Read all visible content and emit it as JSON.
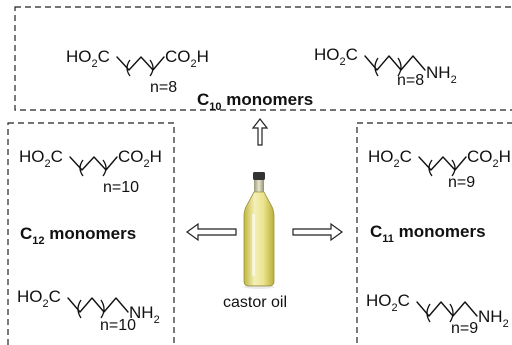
{
  "groups": {
    "c10": {
      "title_main": "C",
      "title_sub": "10",
      "title_rest": " monomers",
      "diacid": {
        "left": "HO",
        "left_sub": "2",
        "left_c": "C",
        "right": "CO",
        "right_sub": "2",
        "right_h": "H",
        "n_label": "n=8"
      },
      "amino": {
        "left": "HO",
        "left_sub": "2",
        "left_c": "C",
        "right": "NH",
        "right_sub": "2",
        "n_label": "n=8"
      }
    },
    "c12": {
      "title_main": "C",
      "title_sub": "12",
      "title_rest": " monomers",
      "diacid": {
        "left": "HO",
        "left_sub": "2",
        "left_c": "C",
        "right": "CO",
        "right_sub": "2",
        "right_h": "H",
        "n_label": "n=10"
      },
      "amino": {
        "left": "HO",
        "left_sub": "2",
        "left_c": "C",
        "right": "NH",
        "right_sub": "2",
        "n_label": "n=10"
      }
    },
    "c11": {
      "title_main": "C",
      "title_sub": "11",
      "title_rest": " monomers",
      "diacid": {
        "left": "HO",
        "left_sub": "2",
        "left_c": "C",
        "right": "CO",
        "right_sub": "2",
        "right_h": "H",
        "n_label": "n=9"
      },
      "amino": {
        "left": "HO",
        "left_sub": "2",
        "left_c": "C",
        "right": "NH",
        "right_sub": "2",
        "n_label": "n=9"
      }
    }
  },
  "source": {
    "label": "castor oil"
  },
  "colors": {
    "oil_light": "#f3efb0",
    "oil_dark": "#c9bf4a",
    "cap": "#3a3a3a",
    "stroke": "#111111"
  }
}
